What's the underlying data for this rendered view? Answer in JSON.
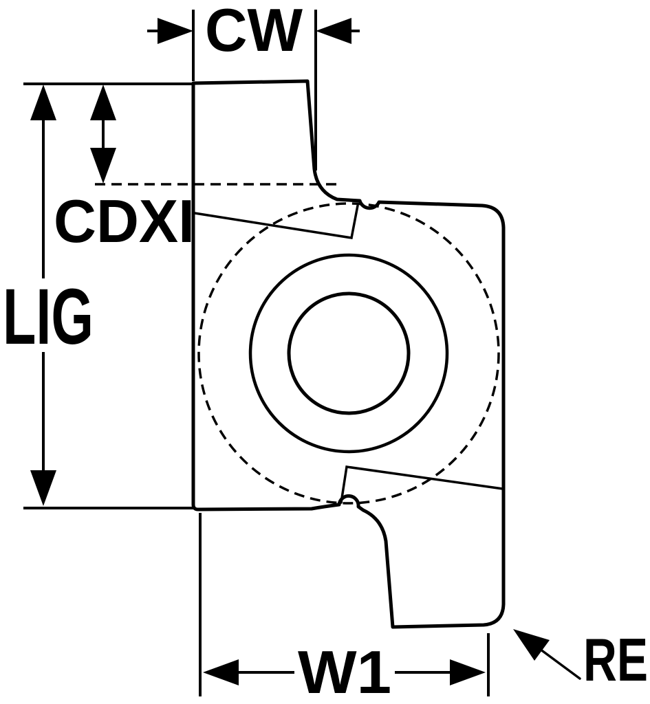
{
  "drawing": {
    "description": "Grooving insert technical dimension drawing",
    "colors": {
      "insert": "#FFE000",
      "line": "#000000",
      "hole": "#FFFFFF",
      "background": "#FFFFFF"
    },
    "labels": {
      "cw": "CW",
      "lig": "LIG",
      "cdxi": "CDXI",
      "w1": "W1",
      "re": "RE"
    }
  }
}
